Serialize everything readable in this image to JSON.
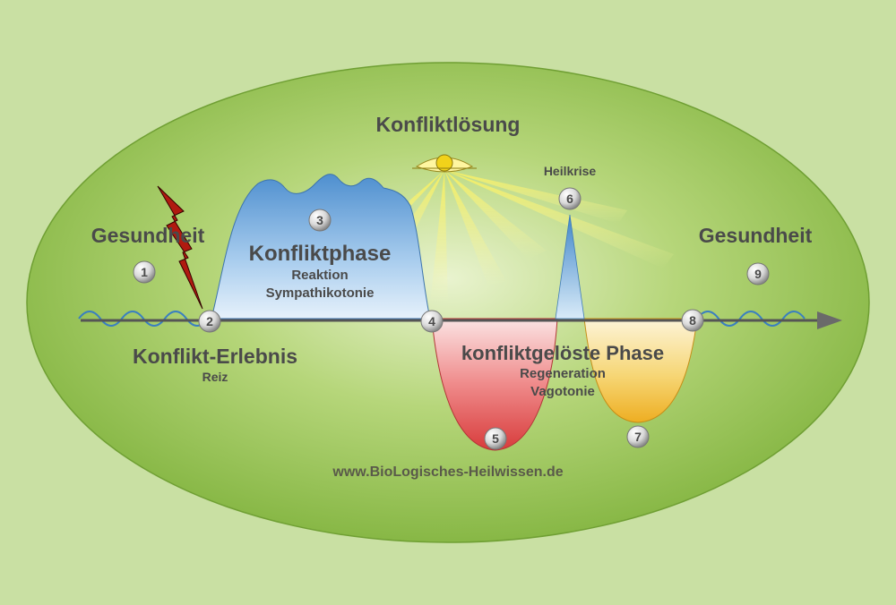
{
  "title": "Konfliktlösung",
  "stages": {
    "n1": "1",
    "n2": "2",
    "n3": "3",
    "n4": "4",
    "n5": "5",
    "n6": "6",
    "n7": "7",
    "n8": "8",
    "n9": "9"
  },
  "labels": {
    "health_left": "Gesundheit",
    "health_right": "Gesundheit",
    "conflict_event": "Konflikt-Erlebnis",
    "stimulus": "Reiz",
    "conflict_phase": "Konfliktphase",
    "reaction": "Reaktion",
    "sympathicotonia": "Sympathikotonie",
    "resolved_phase": "konfliktgelöste Phase",
    "regeneration": "Regeneration",
    "vagotonia": "Vagotonie",
    "healing_crisis": "Heilkrise"
  },
  "footer": {
    "url": "www.BioLogisches-Heilwissen.de"
  },
  "colors": {
    "background": "#c9e0a3",
    "ellipse": "#8fbf4a",
    "conflict_phase": "#6aa8dc",
    "vagotonia_red": "#e05b5b",
    "vagotonia_yellow": "#f2c34a",
    "rays": "#fff36a",
    "wave": "#3a7fc0",
    "arrow": "#555555",
    "lightning": "#b01a10"
  }
}
